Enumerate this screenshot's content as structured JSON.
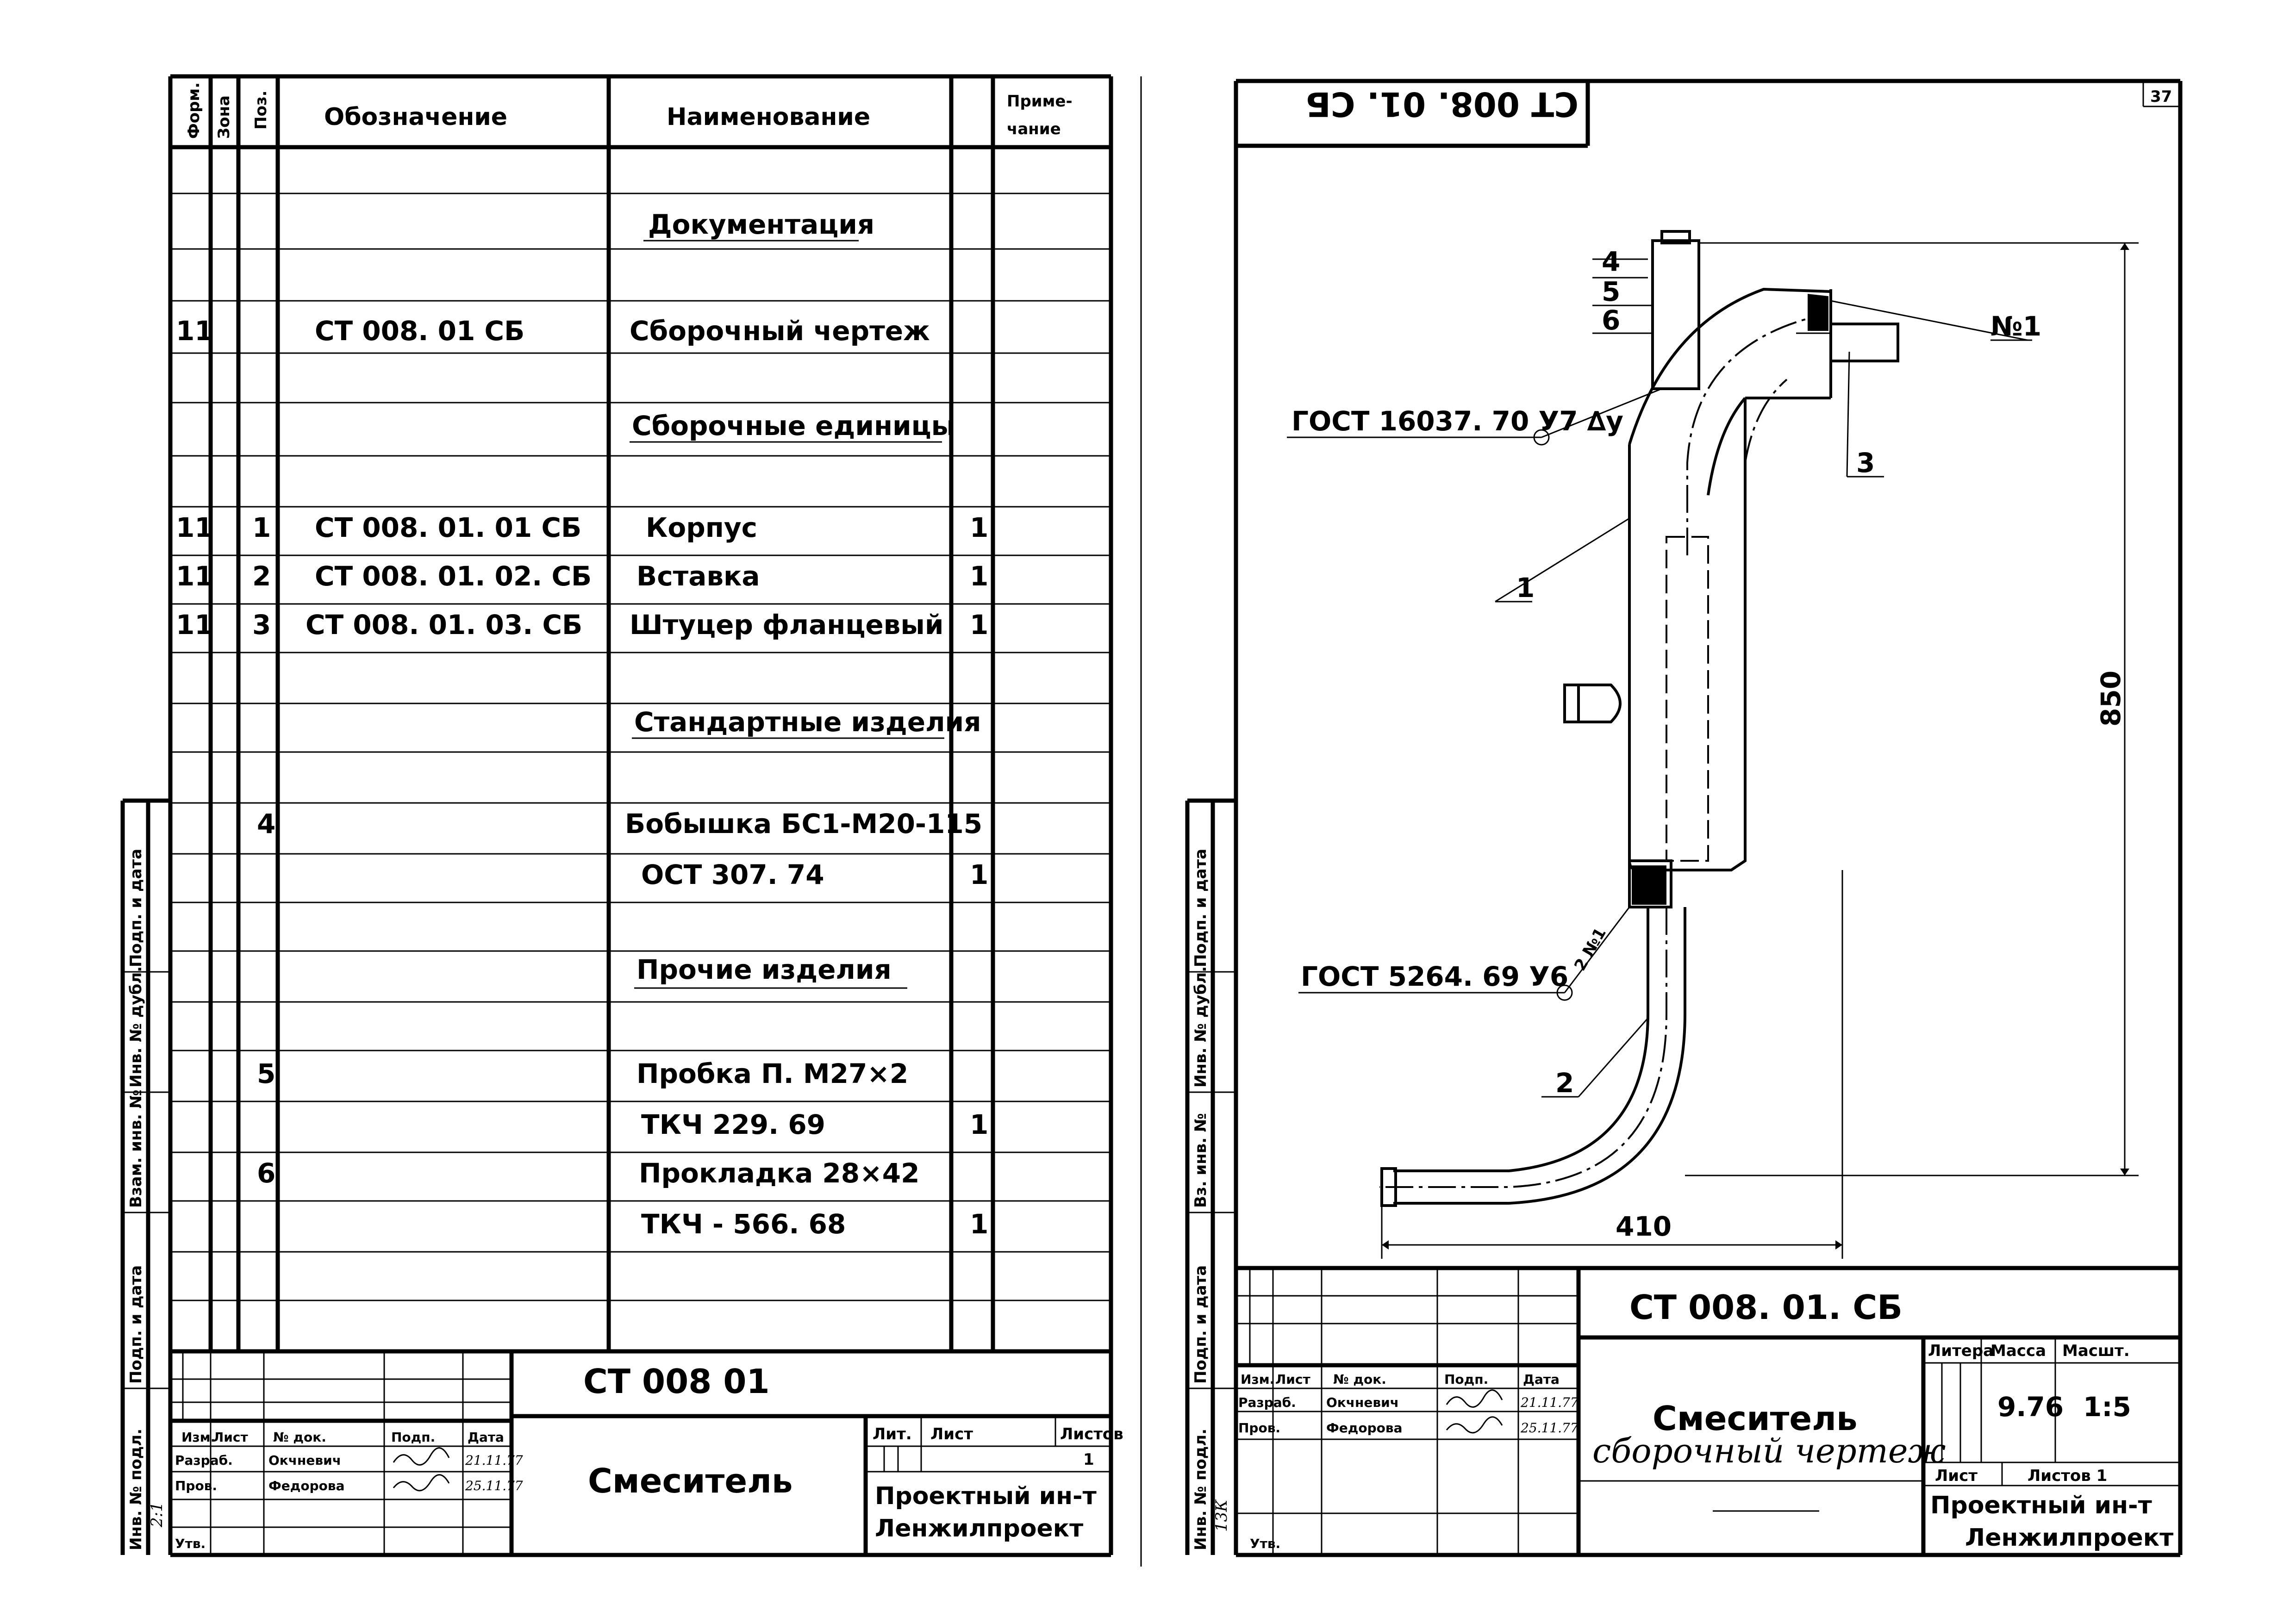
{
  "left_sheet": {
    "headers": {
      "format": "Форм.",
      "zone": "Зона",
      "pos": "Поз.",
      "designation": "Обозначение",
      "name": "Наименование",
      "qty": "",
      "note": "Приме-\nчание"
    },
    "rows": [
      {
        "format": "",
        "pos": "",
        "designation": "",
        "name": "Документация",
        "qty": "",
        "section": true
      },
      {
        "format": "11",
        "pos": "",
        "designation": "СТ 008. 01 СБ",
        "name": "Сборочный чертеж",
        "qty": ""
      },
      {
        "format": "",
        "pos": "",
        "designation": "",
        "name": "Сборочные единицы",
        "qty": "",
        "section": true
      },
      {
        "format": "11",
        "pos": "1",
        "designation": "СТ 008. 01. 01 СБ",
        "name": "Корпус",
        "qty": "1"
      },
      {
        "format": "11",
        "pos": "2",
        "designation": "СТ 008. 01. 02. СБ",
        "name": "Вставка",
        "qty": "1"
      },
      {
        "format": "11",
        "pos": "3",
        "designation": "СТ 008. 01. 03. СБ",
        "name": "Штуцер фланцевый",
        "qty": "1"
      },
      {
        "format": "",
        "pos": "",
        "designation": "",
        "name": "Стандартные изделия",
        "qty": "",
        "section": true
      },
      {
        "format": "",
        "pos": "4",
        "designation": "",
        "name": "Бобышка БС1-М20-115",
        "qty": ""
      },
      {
        "format": "",
        "pos": "",
        "designation": "",
        "name": "ОСТ 307. 74",
        "qty": "1"
      },
      {
        "format": "",
        "pos": "",
        "designation": "",
        "name": "Прочие изделия",
        "qty": "",
        "section": true
      },
      {
        "format": "",
        "pos": "5",
        "designation": "",
        "name": "Пробка П. М27×2",
        "qty": ""
      },
      {
        "format": "",
        "pos": "",
        "designation": "",
        "name": "ТКЧ 229. 69",
        "qty": "1"
      },
      {
        "format": "",
        "pos": "6",
        "designation": "",
        "name": "Прокладка 28×42",
        "qty": ""
      },
      {
        "format": "",
        "pos": "",
        "designation": "",
        "name": "ТКЧ - 566. 68",
        "qty": "1"
      }
    ],
    "side_labels": [
      "Инв. № подл.",
      "Подп. и дата",
      "Взам. инв. №",
      "Инв. № дубл.",
      "Подп. и дата"
    ],
    "title_block": {
      "code": "СТ 008 01",
      "title": "Смеситель",
      "cols": [
        "Изм.",
        "Лист",
        "№ док.",
        "Подп.",
        "Дата"
      ],
      "rows": [
        {
          "role": "Разраб.",
          "name": "Окчневич",
          "sign": "",
          "date": "21.11.77"
        },
        {
          "role": "Пров.",
          "name": "Федорова",
          "sign": "",
          "date": "25.11.77"
        },
        {
          "role": "",
          "name": "",
          "sign": "",
          "date": ""
        },
        {
          "role": "Утв.",
          "name": "",
          "sign": "",
          "date": ""
        }
      ],
      "lit": "Лит.",
      "sheet": "Лист",
      "sheets": "Листов",
      "sheets_value": "1",
      "org_line1": "Проектный ин-т",
      "org_line2": "Ленжилпроект"
    },
    "stamp_small": "2:1"
  },
  "right_sheet": {
    "page_number": "37",
    "top_code": "СТ 008. 01. СБ",
    "callouts": {
      "c4": "4",
      "c5": "5",
      "c6": "6",
      "n1": "№1",
      "gost1": "ГОСТ 16037. 70 У7 ∆у",
      "c3": "3",
      "c1": "1",
      "gost2": "ГОСТ 5264. 69 У6",
      "n1b": "2 №1",
      "c2": "2"
    },
    "dimensions": {
      "height": "850",
      "width": "410"
    },
    "side_labels": [
      "Инв. № подл.",
      "Подп. и дата",
      "Вз. инв. №",
      "Инв. № дубл.",
      "Подп. и дата"
    ],
    "title_block": {
      "code": "СТ 008. 01. СБ",
      "title": "Смеситель",
      "subtitle": "сборочный чертеж",
      "cols": [
        "Изм.",
        "Лист",
        "№ док.",
        "Подп.",
        "Дата"
      ],
      "rows": [
        {
          "role": "Разраб.",
          "name": "Окчневич",
          "date": "21.11.77"
        },
        {
          "role": "Пров.",
          "name": "Федорова",
          "date": "25.11.77"
        },
        {
          "role": "",
          "name": "",
          "date": ""
        },
        {
          "role": "Утв.",
          "name": "",
          "date": ""
        }
      ],
      "litera": "Литера",
      "mass": "Масса",
      "scale": "Масшт.",
      "mass_value": "9.76",
      "scale_value": "1:5",
      "sheet": "Лист",
      "sheets": "Листов 1",
      "org_line1": "Проектный ин-т",
      "org_line2": "Ленжилпроект"
    },
    "stamp_small": "13К"
  }
}
